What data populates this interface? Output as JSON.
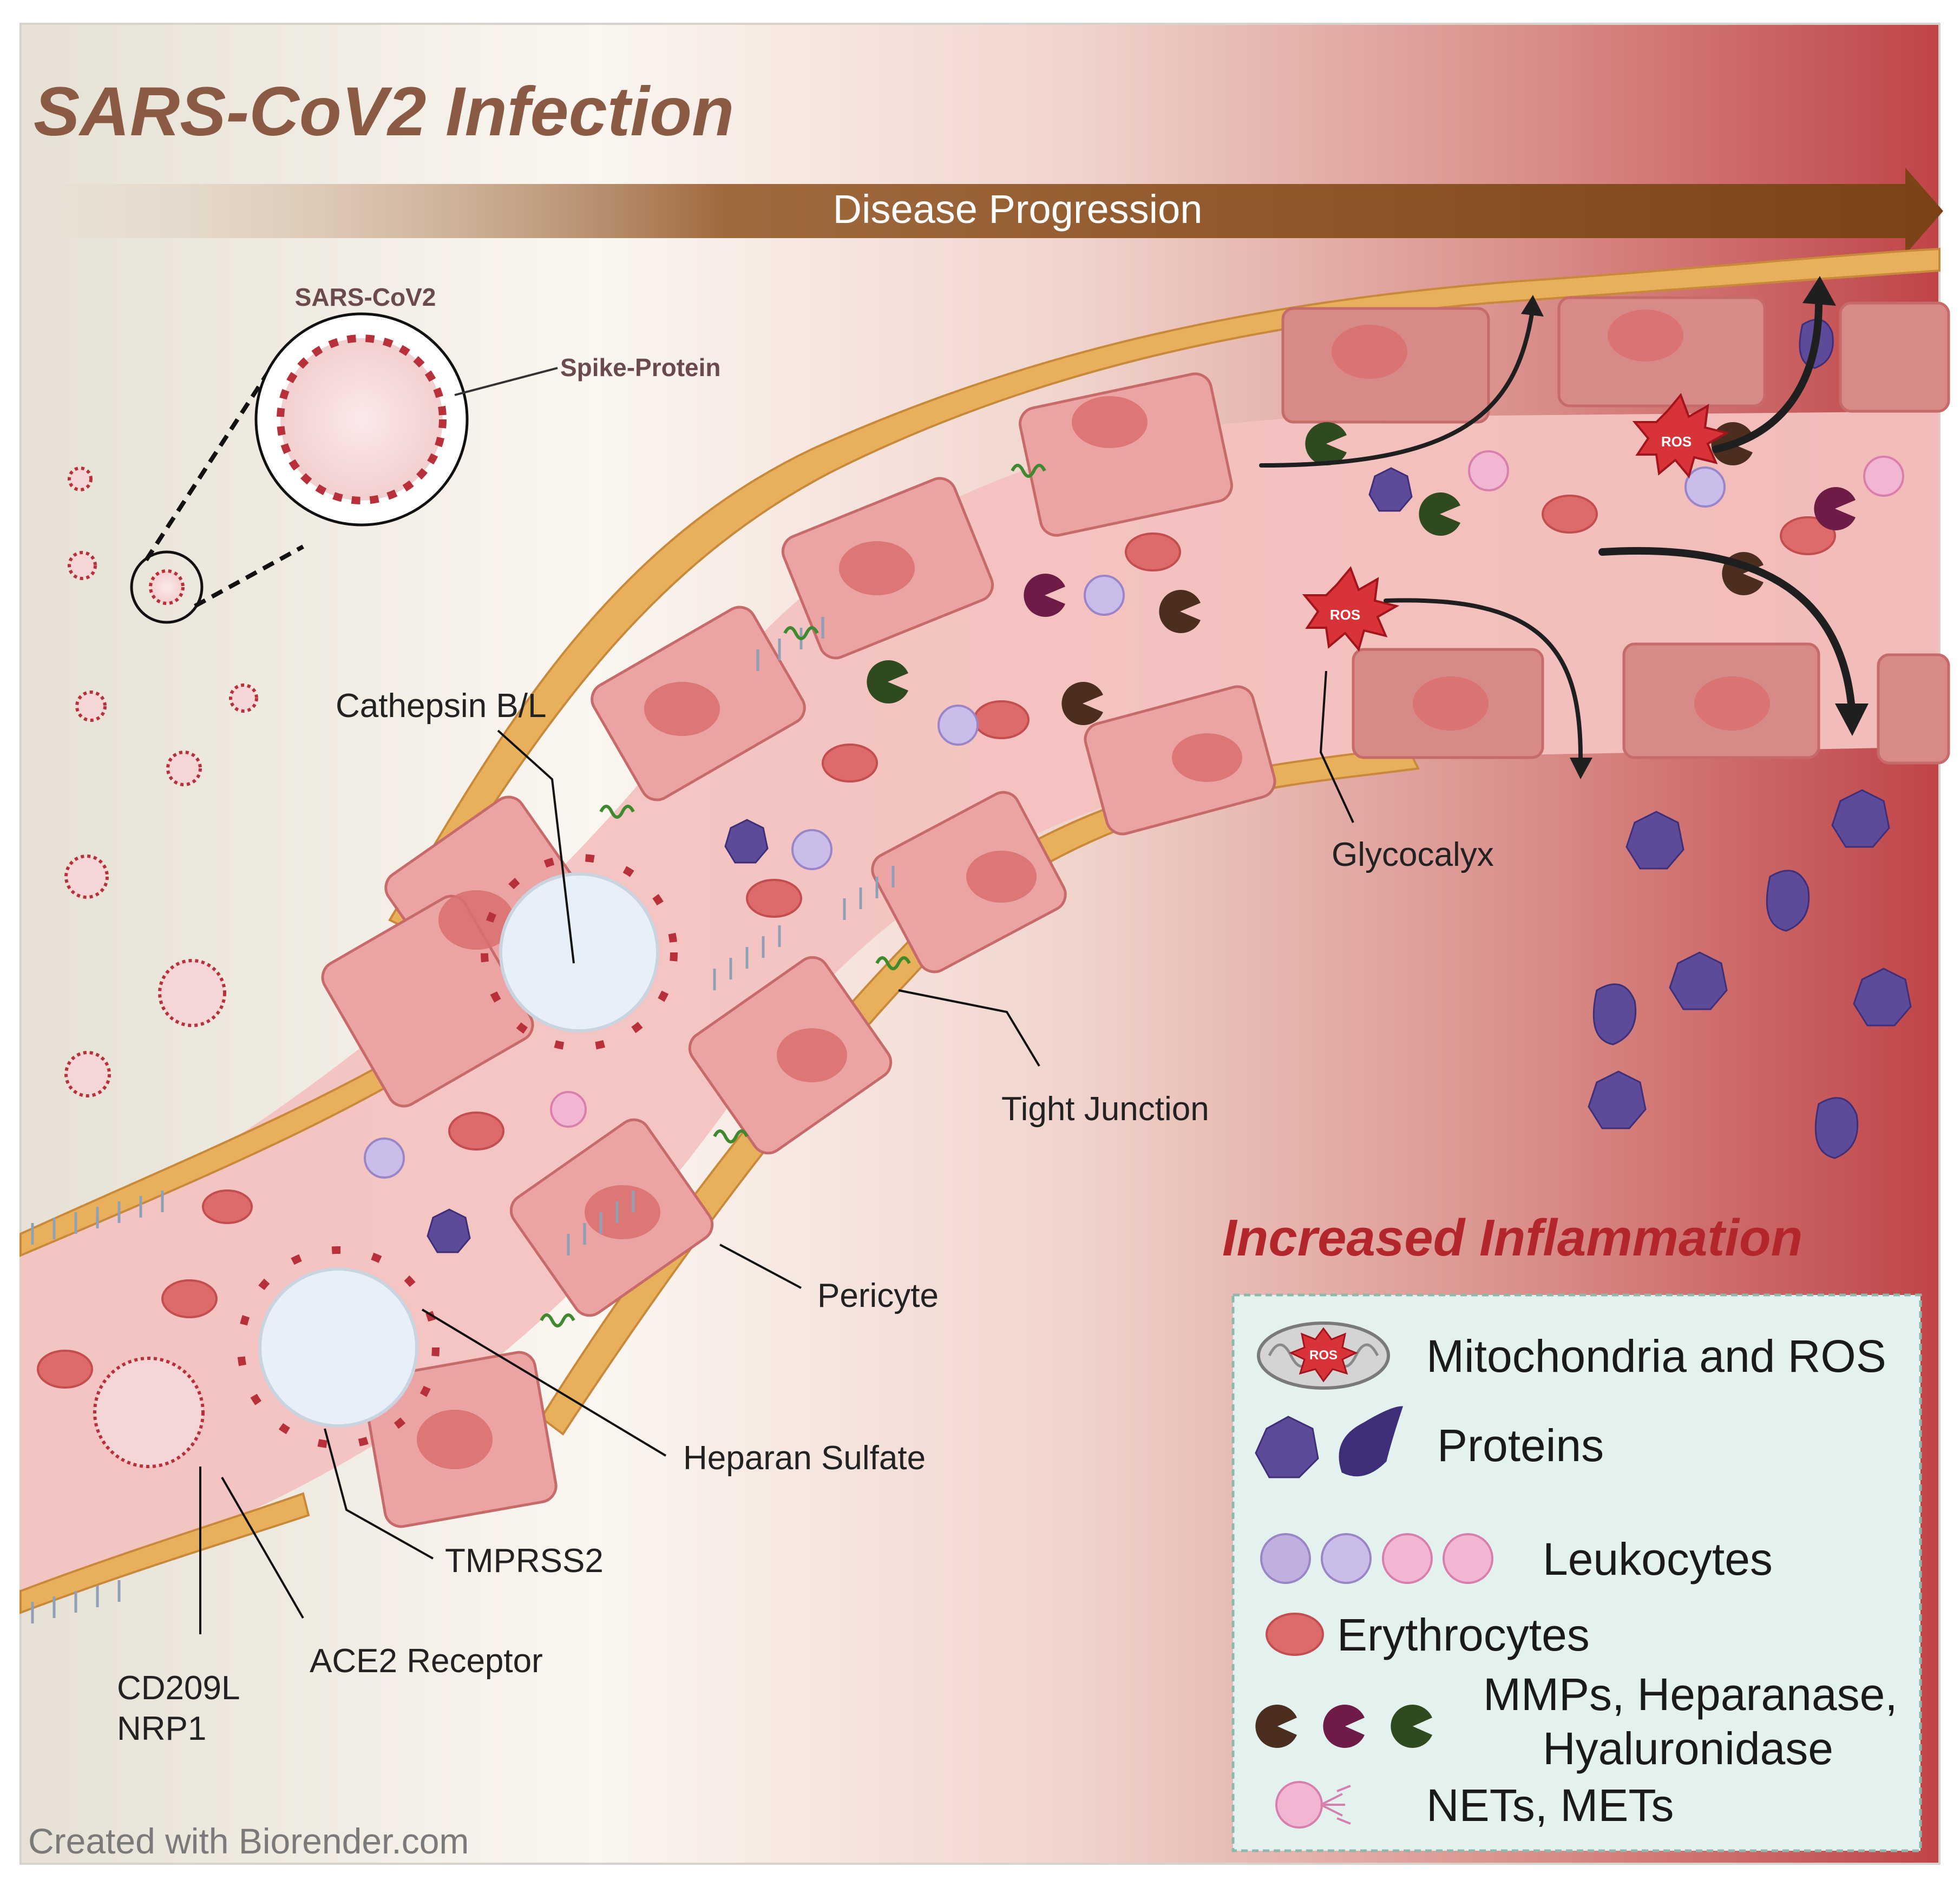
{
  "title": "SARS-CoV2 Infection",
  "progression_label": "Disease Progression",
  "inflammation_title": "Increased Inflammation",
  "credit": "Created with Biorender.com",
  "virus_callout": {
    "virus": "SARS-CoV2",
    "spike": "Spike-Protein"
  },
  "labels": {
    "cathepsin": "Cathepsin B/L",
    "tight_junction": "Tight Junction",
    "glycocalyx": "Glycocalyx",
    "pericyte": "Pericyte",
    "heparan_sulfate": "Heparan Sulfate",
    "tmprss2": "TMPRSS2",
    "ace2": "ACE2 Receptor",
    "cd209l": "CD209L",
    "nrp1": "NRP1",
    "ros": "ROS"
  },
  "legend": [
    {
      "key": "mito",
      "label": "Mitochondria and ROS"
    },
    {
      "key": "proteins",
      "label": "Proteins"
    },
    {
      "key": "leukocytes",
      "label": "Leukocytes"
    },
    {
      "key": "erythrocytes",
      "label": "Erythrocytes"
    },
    {
      "key": "enzymes",
      "label1": "MMPs, Heparanase,",
      "label2": "Hyaluronidase"
    },
    {
      "key": "nets",
      "label": "NETs, METs"
    }
  ],
  "colors": {
    "title": "#8a5a44",
    "arrow": "#7a4216",
    "inflammation": "#b3262c",
    "cell": "#eba3a3",
    "nucleus": "#d9706f",
    "pericyte": "#e9b05c",
    "virus": "#b8303a",
    "protein": "#6c5aa6",
    "legend_bg": "#e3f2ee",
    "enzyme_brown": "#4b2e1f",
    "enzyme_purple": "#6e1b48",
    "enzyme_green": "#2f4a1f"
  }
}
